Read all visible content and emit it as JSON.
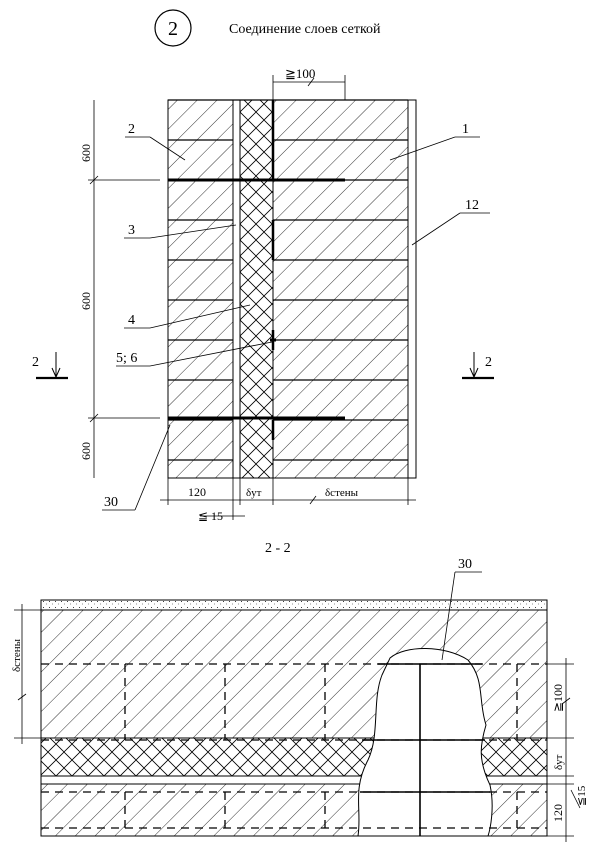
{
  "header": {
    "detail_number": "2",
    "title": "Соединение слоев сеткой"
  },
  "elevation": {
    "dim_top": "≧100",
    "dims_left": [
      "600",
      "600",
      "600"
    ],
    "callouts": [
      "2",
      "1",
      "12",
      "3",
      "4",
      "5; 6",
      "30"
    ],
    "section_mark_left": "2",
    "section_mark_right": "2",
    "dim_bottom_left": "120",
    "dim_bottom_mid": "δут",
    "dim_bottom_right": "δстены",
    "dim_gap": "≦ 15"
  },
  "section": {
    "title": "2 - 2",
    "callout": "30",
    "dim_left": "δстены",
    "dims_right": [
      "≧100",
      "δут",
      "≦15",
      "120"
    ]
  }
}
